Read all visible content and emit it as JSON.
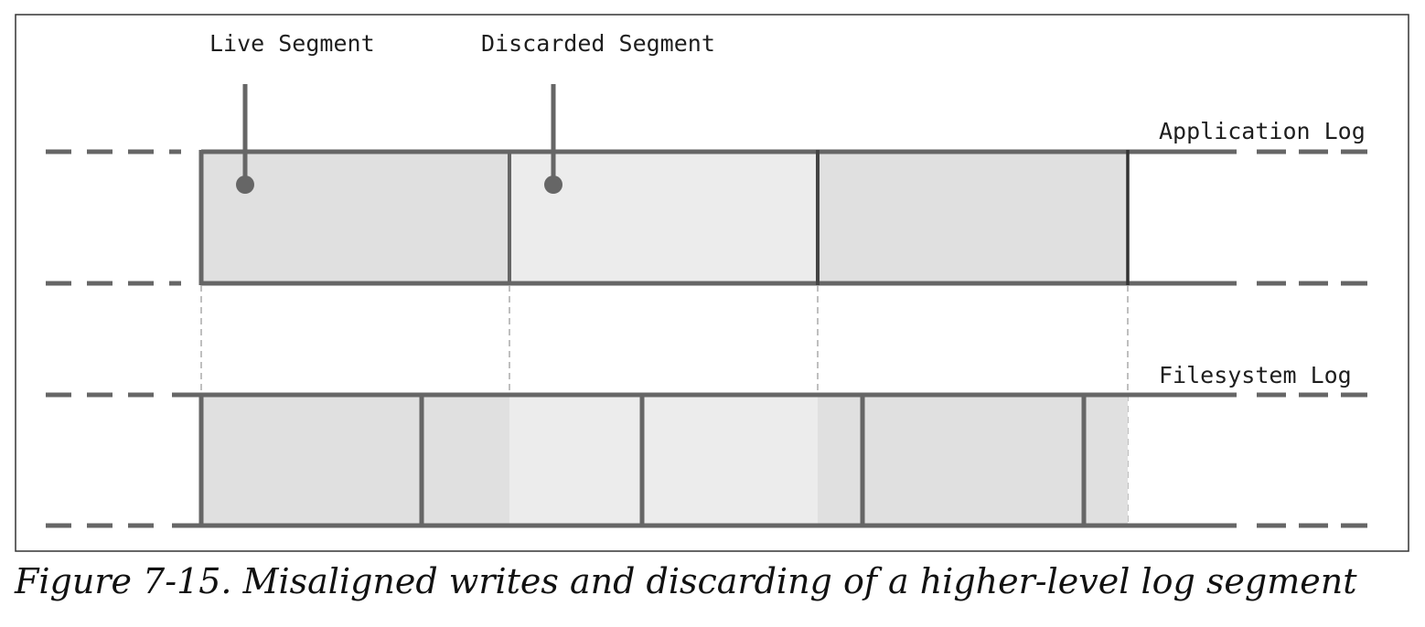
{
  "labels": {
    "live_segment": "Live Segment",
    "discarded_segment": "Discarded Segment",
    "application_log": "Application Log",
    "filesystem_log": "Filesystem Log"
  },
  "caption": "Figure 7-15. Misaligned writes and discarding of a higher-level log segment",
  "colors": {
    "line": "#666666",
    "live_fill": "#e0e0e0",
    "discarded_fill": "#ececec",
    "guide": "#aaaaaa",
    "frame": "#333333"
  }
}
